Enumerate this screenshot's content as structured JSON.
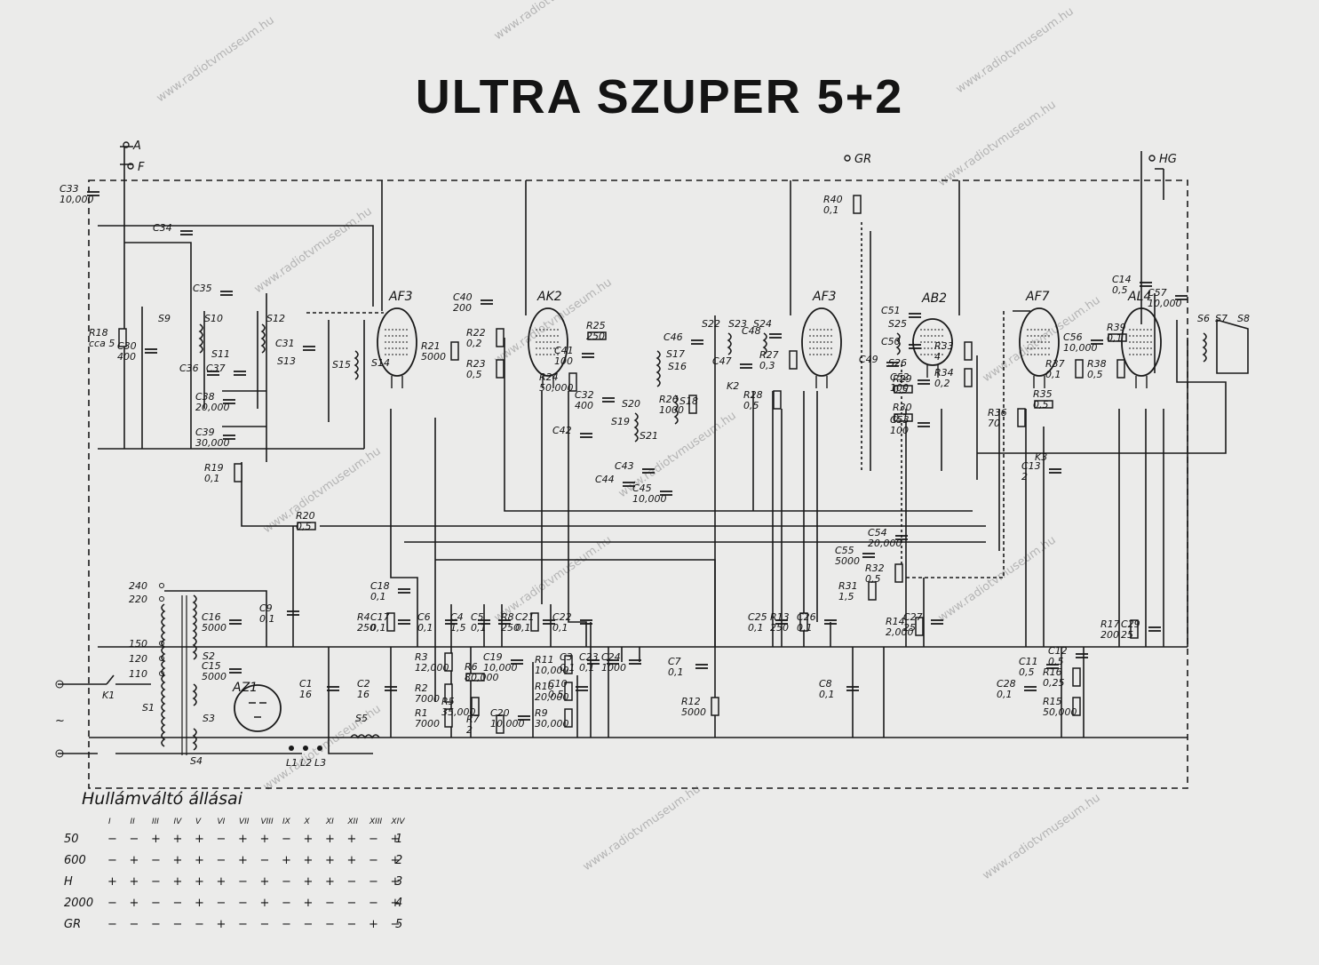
{
  "title": "ULTRA SZUPER 5+2",
  "terminals": {
    "antenna": "A",
    "ground": "F",
    "gramophone": "GR",
    "ext_speaker": "HG"
  },
  "tubes": [
    {
      "id": "t1",
      "label": "AF3"
    },
    {
      "id": "t2",
      "label": "AK2"
    },
    {
      "id": "t3",
      "label": "AF3"
    },
    {
      "id": "t4",
      "label": "AB2"
    },
    {
      "id": "t5",
      "label": "AF7"
    },
    {
      "id": "t6",
      "label": "AL4"
    },
    {
      "id": "t7",
      "label": "AZ1"
    }
  ],
  "components": [
    {
      "id": "c33",
      "label": "C33",
      "value": "10,000"
    },
    {
      "id": "c34",
      "label": "C34",
      "value": ""
    },
    {
      "id": "c35",
      "label": "C35",
      "value": ""
    },
    {
      "id": "r18",
      "label": "R18",
      "value": "cca 5"
    },
    {
      "id": "c30",
      "label": "C30",
      "value": "400"
    },
    {
      "id": "c36",
      "label": "C36",
      "value": ""
    },
    {
      "id": "c37",
      "label": "C37",
      "value": ""
    },
    {
      "id": "c38",
      "label": "C38",
      "value": "20,000"
    },
    {
      "id": "c39",
      "label": "C39",
      "value": "30,000"
    },
    {
      "id": "c31",
      "label": "C31",
      "value": ""
    },
    {
      "id": "r19",
      "label": "R19",
      "value": "0,1"
    },
    {
      "id": "r20",
      "label": "R20",
      "value": "0,5"
    },
    {
      "id": "c40",
      "label": "C40",
      "value": "200"
    },
    {
      "id": "r21",
      "label": "R21",
      "value": "5000"
    },
    {
      "id": "r22",
      "label": "R22",
      "value": "0,2"
    },
    {
      "id": "r23",
      "label": "R23",
      "value": "0,5"
    },
    {
      "id": "r25",
      "label": "R25",
      "value": "250"
    },
    {
      "id": "c41",
      "label": "C41",
      "value": "100"
    },
    {
      "id": "r24",
      "label": "R24",
      "value": "50,000"
    },
    {
      "id": "c32",
      "label": "C32",
      "value": "400"
    },
    {
      "id": "c42",
      "label": "C42",
      "value": ""
    },
    {
      "id": "c43",
      "label": "C43",
      "value": ""
    },
    {
      "id": "c44",
      "label": "C44",
      "value": ""
    },
    {
      "id": "c45",
      "label": "C45",
      "value": "10,000"
    },
    {
      "id": "r26",
      "label": "R26",
      "value": "1000"
    },
    {
      "id": "c46",
      "label": "C46",
      "value": ""
    },
    {
      "id": "c47",
      "label": "C47",
      "value": ""
    },
    {
      "id": "c48",
      "label": "C48",
      "value": ""
    },
    {
      "id": "r27",
      "label": "R27",
      "value": "0,3"
    },
    {
      "id": "r28",
      "label": "R28",
      "value": "0,5"
    },
    {
      "id": "r40",
      "label": "R40",
      "value": "0,1"
    },
    {
      "id": "c51",
      "label": "C51",
      "value": ""
    },
    {
      "id": "c49",
      "label": "C49",
      "value": ""
    },
    {
      "id": "c50",
      "label": "C50",
      "value": ""
    },
    {
      "id": "r29",
      "label": "R29",
      "value": "0,5"
    },
    {
      "id": "r30",
      "label": "R30",
      "value": "0,1"
    },
    {
      "id": "c52",
      "label": "C52",
      "value": "100"
    },
    {
      "id": "c53",
      "label": "C53",
      "value": "100"
    },
    {
      "id": "r33",
      "label": "R33",
      "value": "4"
    },
    {
      "id": "r34",
      "label": "R34",
      "value": "0,2"
    },
    {
      "id": "c55",
      "label": "C55",
      "value": "5000"
    },
    {
      "id": "c54",
      "label": "C54",
      "value": "20,000"
    },
    {
      "id": "r31",
      "label": "R31",
      "value": "1,5"
    },
    {
      "id": "r32",
      "label": "R32",
      "value": "0,5"
    },
    {
      "id": "c14",
      "label": "C14",
      "value": "0,5"
    },
    {
      "id": "c57",
      "label": "C57",
      "value": "10,000"
    },
    {
      "id": "c56",
      "label": "C56",
      "value": "10,000"
    },
    {
      "id": "r39",
      "label": "R39",
      "value": "0,1"
    },
    {
      "id": "r37",
      "label": "R37",
      "value": "0,1"
    },
    {
      "id": "r38",
      "label": "R38",
      "value": "0,5"
    },
    {
      "id": "r35",
      "label": "R35",
      "value": "0,5"
    },
    {
      "id": "r36",
      "label": "R36",
      "value": "70"
    },
    {
      "id": "c13",
      "label": "C13",
      "value": "2"
    },
    {
      "id": "c16",
      "label": "C16",
      "value": "5000"
    },
    {
      "id": "c15",
      "label": "C15",
      "value": "5000"
    },
    {
      "id": "c9",
      "label": "C9",
      "value": "0,1"
    },
    {
      "id": "c18",
      "label": "C18",
      "value": "0,1"
    },
    {
      "id": "r4",
      "label": "R4",
      "value": "250"
    },
    {
      "id": "c17",
      "label": "C17",
      "value": "0,1"
    },
    {
      "id": "c6",
      "label": "C6",
      "value": "0,1"
    },
    {
      "id": "c4",
      "label": "C4",
      "value": "1,5"
    },
    {
      "id": "c5",
      "label": "C5",
      "value": "0,1"
    },
    {
      "id": "r8",
      "label": "R8",
      "value": "250"
    },
    {
      "id": "c21",
      "label": "C21",
      "value": "0,1"
    },
    {
      "id": "c22",
      "label": "C22",
      "value": "0,1"
    },
    {
      "id": "c1",
      "label": "C1",
      "value": "16"
    },
    {
      "id": "c2",
      "label": "C2",
      "value": "16"
    },
    {
      "id": "r3",
      "label": "R3",
      "value": "12,000"
    },
    {
      "id": "r2",
      "label": "R2",
      "value": "7000"
    },
    {
      "id": "r1",
      "label": "R1",
      "value": "7000"
    },
    {
      "id": "r6",
      "label": "R6",
      "value": "80,000"
    },
    {
      "id": "r5",
      "label": "R5",
      "value": "35,000"
    },
    {
      "id": "r7",
      "label": "R7",
      "value": "2"
    },
    {
      "id": "c19",
      "label": "C19",
      "value": "10,000"
    },
    {
      "id": "c20",
      "label": "C20",
      "value": "10,000"
    },
    {
      "id": "r11",
      "label": "R11",
      "value": "10,000"
    },
    {
      "id": "r10",
      "label": "R10",
      "value": "20,000"
    },
    {
      "id": "c10",
      "label": "C10",
      "value": "0,5"
    },
    {
      "id": "r9",
      "label": "R9",
      "value": "30,000"
    },
    {
      "id": "c3",
      "label": "C3",
      "value": "0,1"
    },
    {
      "id": "c23",
      "label": "C23",
      "value": "0,1"
    },
    {
      "id": "c24",
      "label": "C24",
      "value": "1000"
    },
    {
      "id": "c7",
      "label": "C7",
      "value": "0,1"
    },
    {
      "id": "r12",
      "label": "R12",
      "value": "5000"
    },
    {
      "id": "c25",
      "label": "C25",
      "value": "0,1"
    },
    {
      "id": "r13",
      "label": "R13",
      "value": "250"
    },
    {
      "id": "c26",
      "label": "C26",
      "value": "0,1"
    },
    {
      "id": "c8",
      "label": "C8",
      "value": "0,1"
    },
    {
      "id": "r14",
      "label": "R14",
      "value": "2,000"
    },
    {
      "id": "c27",
      "label": "C27",
      "value": "25"
    },
    {
      "id": "c28",
      "label": "C28",
      "value": "0,1"
    },
    {
      "id": "c11",
      "label": "C11",
      "value": "0,5"
    },
    {
      "id": "c12",
      "label": "C12",
      "value": "0,5"
    },
    {
      "id": "r16",
      "label": "R16",
      "value": "0,25"
    },
    {
      "id": "r15",
      "label": "R15",
      "value": "50,000"
    },
    {
      "id": "r17",
      "label": "R17",
      "value": "200"
    },
    {
      "id": "c29",
      "label": "C29",
      "value": "25"
    }
  ],
  "coils": [
    "S1",
    "S2",
    "S3",
    "S4",
    "S5",
    "S6",
    "S7",
    "S8",
    "S9",
    "S10",
    "S11",
    "S12",
    "S13",
    "S14",
    "S15",
    "S16",
    "S17",
    "S18",
    "S19",
    "S20",
    "S21",
    "S22",
    "S23",
    "S24",
    "S25",
    "S26"
  ],
  "switches": [
    "K1",
    "K2",
    "K3"
  ],
  "lamps": [
    "L1",
    "L2",
    "L3"
  ],
  "mains_taps": [
    "240",
    "220",
    "150",
    "120",
    "110"
  ],
  "table": {
    "caption": "Hullámváltó állásai",
    "columns": [
      "I",
      "II",
      "III",
      "IV",
      "V",
      "VI",
      "VII",
      "VIII",
      "IX",
      "X",
      "XI",
      "XII",
      "XIII",
      "XIV"
    ],
    "rows": [
      {
        "label": "50",
        "cells": [
          "−",
          "−",
          "+",
          "+",
          "+",
          "−",
          "+",
          "+",
          "−",
          "+",
          "+",
          "+",
          "−",
          "+"
        ],
        "num": "1"
      },
      {
        "label": "600",
        "cells": [
          "−",
          "+",
          "−",
          "+",
          "+",
          "−",
          "+",
          "−",
          "+",
          "+",
          "+",
          "+",
          "−",
          "+"
        ],
        "num": "2"
      },
      {
        "label": "H",
        "cells": [
          "+",
          "+",
          "−",
          "+",
          "+",
          "+",
          "−",
          "+",
          "−",
          "+",
          "+",
          "−",
          "−",
          "+"
        ],
        "num": "3"
      },
      {
        "label": "2000",
        "cells": [
          "−",
          "+",
          "−",
          "−",
          "+",
          "−",
          "−",
          "+",
          "−",
          "+",
          "−",
          "−",
          "−",
          "+"
        ],
        "num": "4"
      },
      {
        "label": "GR",
        "cells": [
          "−",
          "−",
          "−",
          "−",
          "−",
          "+",
          "−",
          "−",
          "−",
          "−",
          "−",
          "−",
          "+",
          "−"
        ],
        "num": "5"
      }
    ]
  },
  "watermark": "www.radiotvmuseum.hu"
}
